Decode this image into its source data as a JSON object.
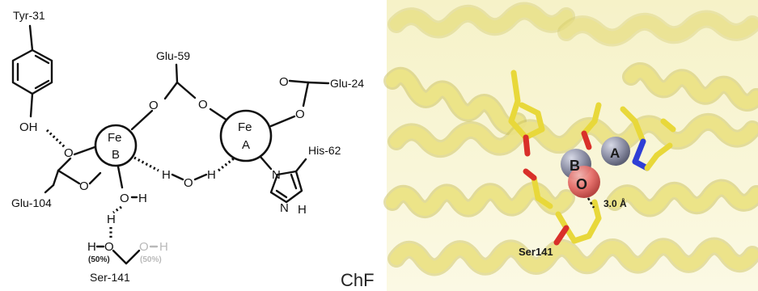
{
  "diagram": {
    "residues": {
      "tyr31": "Tyr-31",
      "glu59": "Glu-59",
      "glu24": "Glu-24",
      "his62": "His-62",
      "glu104": "Glu-104",
      "ser141": "Ser-141"
    },
    "metals": {
      "fe_b": {
        "element": "Fe",
        "site": "B"
      },
      "fe_a": {
        "element": "Fe",
        "site": "A"
      }
    },
    "atoms": {
      "oxygen": "O",
      "hydrogen": "H",
      "hydroxyl": "OH",
      "nitrogen": "N"
    },
    "occupancy": {
      "primary": "(50%)",
      "alternate": "(50%)"
    },
    "caption": "ChF"
  },
  "structure": {
    "site_b": "B",
    "site_a": "A",
    "bridging_oxygen": "O",
    "distance": "3.0 Å",
    "residue": "Ser141",
    "colors": {
      "helix": "#ede486",
      "carbon": "#e8d83a",
      "oxygen": "#d9302a",
      "nitrogen": "#2f3fd6",
      "metal": "#8d90a6",
      "oxygen_sphere": "#e36a66"
    }
  }
}
